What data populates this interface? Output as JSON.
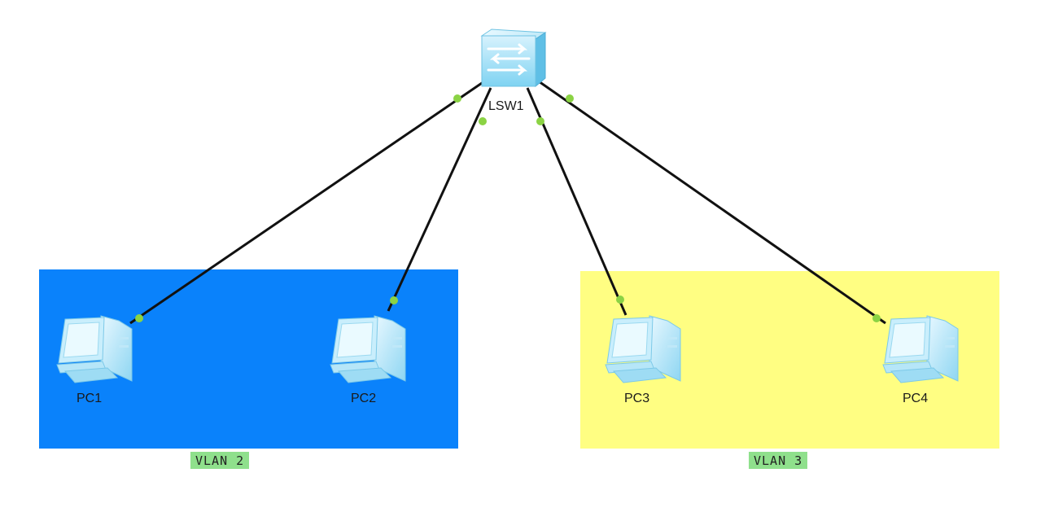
{
  "colors": {
    "vlan_blue": "#0a82fb",
    "vlan_yellow": "#fffe82",
    "tag_green": "#8fe08c",
    "link": "#111111",
    "port": "#8bd344"
  },
  "switch": {
    "label": "LSW1",
    "icon": "switch-icon"
  },
  "pcs": [
    {
      "label": "PC1",
      "icon": "pc-icon"
    },
    {
      "label": "PC2",
      "icon": "pc-icon"
    },
    {
      "label": "PC3",
      "icon": "pc-icon"
    },
    {
      "label": "PC4",
      "icon": "pc-icon"
    }
  ],
  "vlans": [
    {
      "label": "VLAN 2"
    },
    {
      "label": "VLAN 3"
    }
  ]
}
